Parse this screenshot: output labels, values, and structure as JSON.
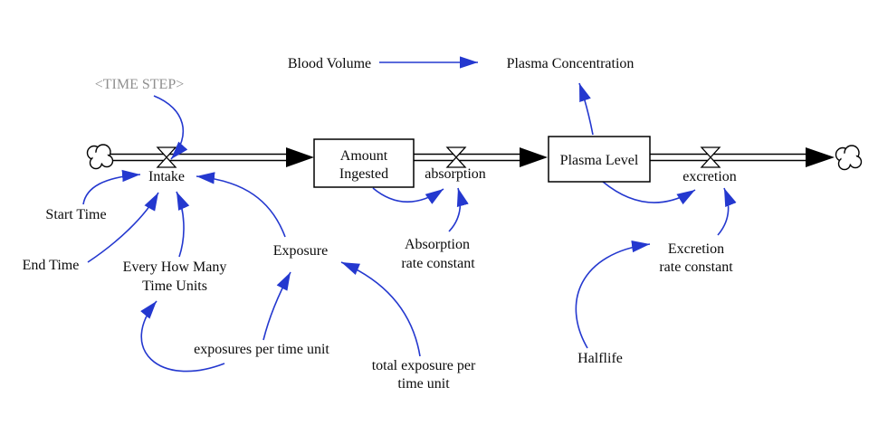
{
  "diagram": {
    "type": "stock-and-flow system dynamics model",
    "colors": {
      "link_blue": "#2438cf",
      "shadow_variable_gray": "#8f8f8f",
      "structure_black": "#000000",
      "background": "#ffffff"
    },
    "stocks": {
      "amount_ingested": {
        "line1": "Amount",
        "line2": "Ingested"
      },
      "plasma_level": {
        "label": "Plasma Level"
      }
    },
    "flows": {
      "intake": "Intake",
      "absorption": "absorption",
      "excretion": "excretion"
    },
    "variables": {
      "time_step": "<TIME STEP>",
      "blood_volume": "Blood Volume",
      "plasma_concentration": "Plasma Concentration",
      "start_time": "Start Time",
      "end_time": "End Time",
      "every_how_many_line1": "Every How Many",
      "every_how_many_line2": "Time Units",
      "exposure": "Exposure",
      "absorption_rate_line1": "Absorption",
      "absorption_rate_line2": "rate constant",
      "exposures_per_time_unit": "exposures per time unit",
      "total_exposure_line1": "total exposure per",
      "total_exposure_line2": "time unit",
      "excretion_rate_line1": "Excretion",
      "excretion_rate_line2": "rate constant",
      "halflife": "Halflife"
    },
    "flow_chain": [
      "cloud-source",
      "Intake",
      "Amount Ingested",
      "absorption",
      "Plasma Level",
      "excretion",
      "cloud-sink"
    ],
    "links": [
      {
        "from": "TIME STEP",
        "to": "Intake"
      },
      {
        "from": "Start Time",
        "to": "Intake"
      },
      {
        "from": "End Time",
        "to": "Intake"
      },
      {
        "from": "Every How Many Time Units",
        "to": "Intake"
      },
      {
        "from": "Exposure",
        "to": "Intake"
      },
      {
        "from": "exposures per time unit",
        "to": "Every How Many Time Units"
      },
      {
        "from": "exposures per time unit",
        "to": "Exposure"
      },
      {
        "from": "total exposure per time unit",
        "to": "Exposure"
      },
      {
        "from": "Amount Ingested",
        "to": "absorption"
      },
      {
        "from": "Absorption rate constant",
        "to": "absorption"
      },
      {
        "from": "Blood Volume",
        "to": "Plasma Concentration"
      },
      {
        "from": "Plasma Level",
        "to": "Plasma Concentration"
      },
      {
        "from": "Plasma Level",
        "to": "excretion"
      },
      {
        "from": "Excretion rate constant",
        "to": "excretion"
      },
      {
        "from": "Halflife",
        "to": "Excretion rate constant"
      }
    ]
  }
}
